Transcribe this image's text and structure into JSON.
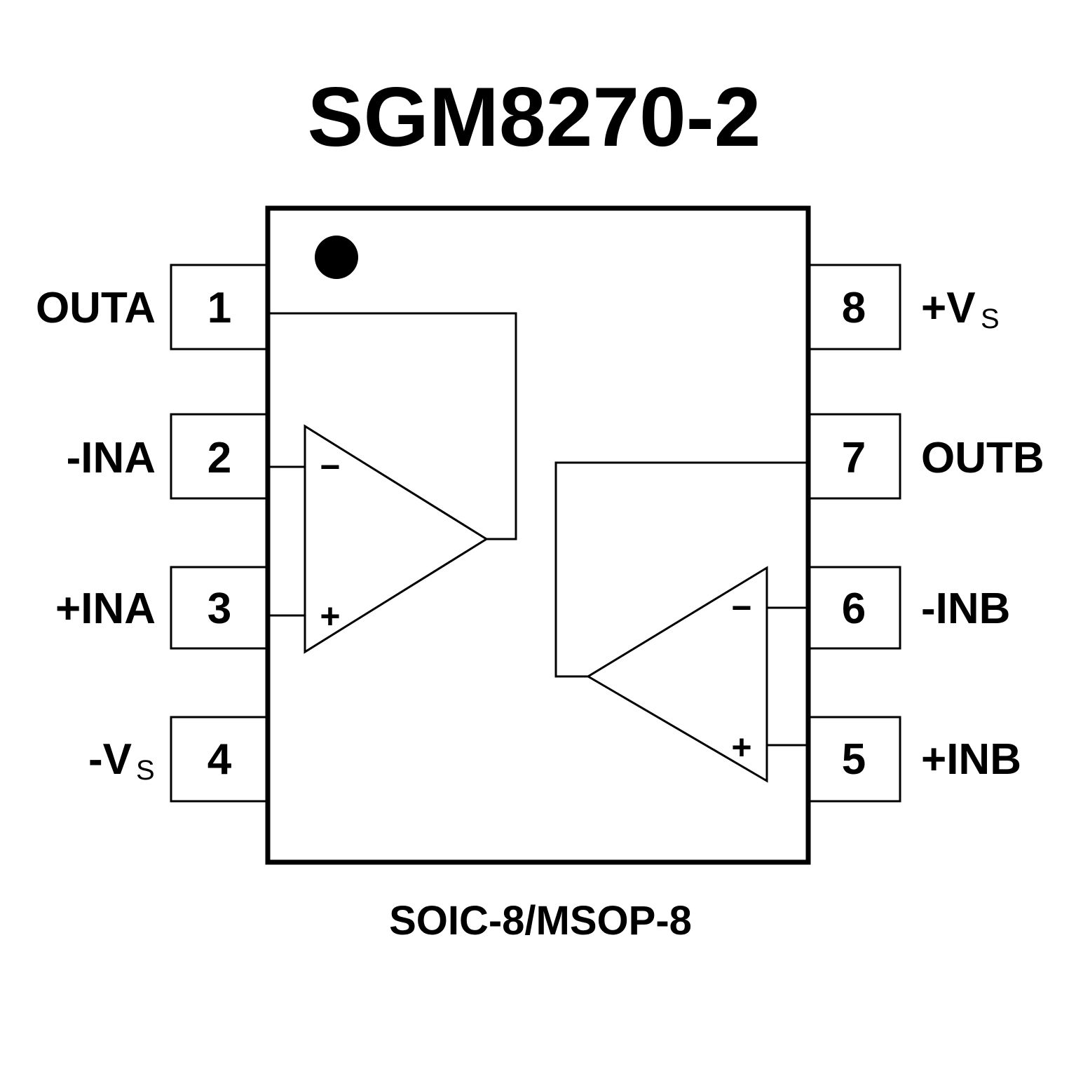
{
  "title": "SGM8270-2",
  "package": "SOIC-8/MSOP-8",
  "pins": [
    {
      "number": "1",
      "name": "OUTA",
      "sub": "",
      "side": "left"
    },
    {
      "number": "2",
      "name": "-INA",
      "sub": "",
      "side": "left"
    },
    {
      "number": "3",
      "name": "+INA",
      "sub": "",
      "side": "left"
    },
    {
      "number": "4",
      "name": "-V",
      "sub": "S",
      "side": "left"
    },
    {
      "number": "8",
      "name": "+V",
      "sub": "S",
      "side": "right"
    },
    {
      "number": "7",
      "name": "OUTB",
      "sub": "",
      "side": "right"
    },
    {
      "number": "6",
      "name": "-INB",
      "sub": "",
      "side": "right"
    },
    {
      "number": "5",
      "name": "+INB",
      "sub": "",
      "side": "right"
    }
  ],
  "amplifiers": [
    {
      "id": "A",
      "inverting_symbol": "−",
      "noninverting_symbol": "+"
    },
    {
      "id": "B",
      "inverting_symbol": "−",
      "noninverting_symbol": "+"
    }
  ],
  "colors": {
    "stroke": "#000000",
    "background": "#ffffff"
  }
}
